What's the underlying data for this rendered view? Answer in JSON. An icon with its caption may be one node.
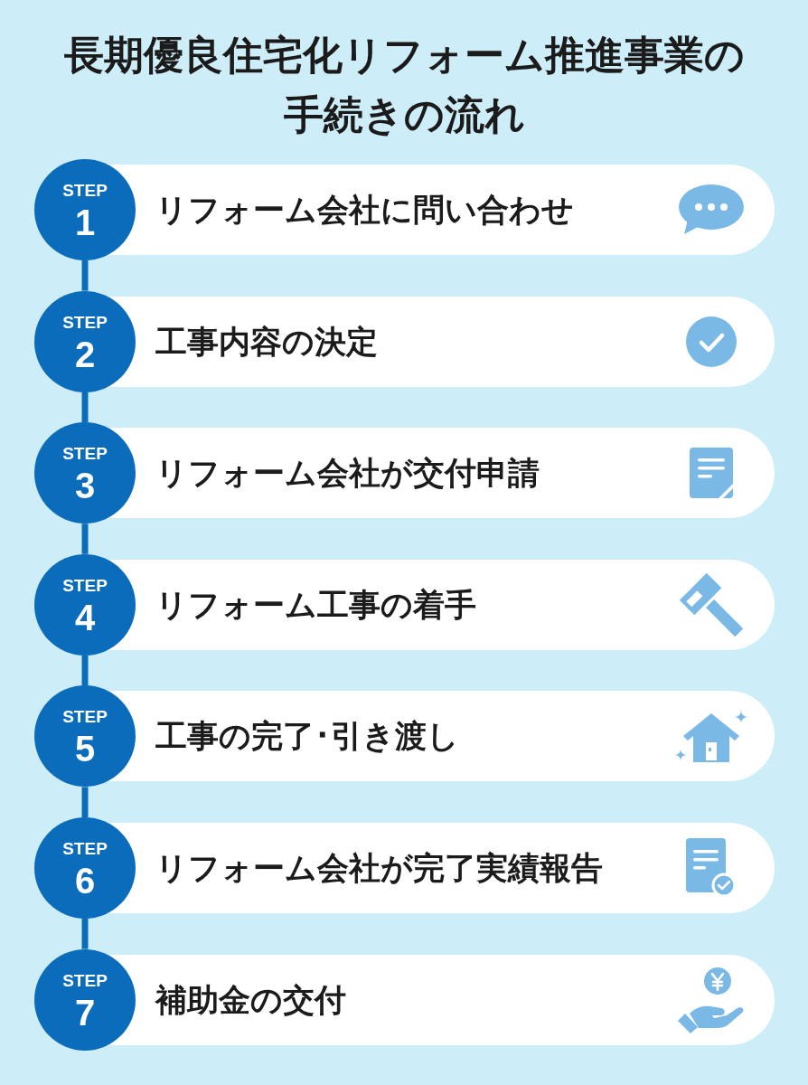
{
  "diagram": {
    "title": "長期優良住宅化リフォーム推進事業の手続きの流れ",
    "nodes": [
      {
        "text": [
          "STEP",
          "1"
        ]
      },
      {
        "text": [
          "リフォーム会社に問い合わせ"
        ]
      },
      {
        "text": [
          "STEP",
          "2"
        ]
      },
      {
        "text": [
          "工事内容の決定"
        ]
      },
      {
        "text": [
          "STEP",
          "3"
        ]
      },
      {
        "text": [
          "リフォーム会社が交付申請"
        ]
      },
      {
        "text": [
          "STEP",
          "4"
        ]
      },
      {
        "text": [
          "リフォーム工事の着手"
        ]
      },
      {
        "text": [
          "STEP",
          "5"
        ]
      },
      {
        "text": [
          "工事の完了･引き渡し"
        ]
      },
      {
        "text": [
          "STEP",
          "6"
        ]
      },
      {
        "text": [
          "リフォーム会社が完了実績報告"
        ]
      },
      {
        "text": [
          "STEP",
          "7"
        ]
      },
      {
        "text": [
          "補助金の交付"
        ]
      }
    ],
    "edges": [
      {
        "from": 0,
        "to": 2,
        "arrow": "none"
      },
      {
        "from": 2,
        "to": 4,
        "arrow": "none"
      },
      {
        "from": 4,
        "to": 6,
        "arrow": "none"
      },
      {
        "from": 6,
        "to": 8,
        "arrow": "none"
      },
      {
        "from": 8,
        "to": 10,
        "arrow": "none"
      },
      {
        "from": 10,
        "to": 12,
        "arrow": "none"
      }
    ]
  }
}
